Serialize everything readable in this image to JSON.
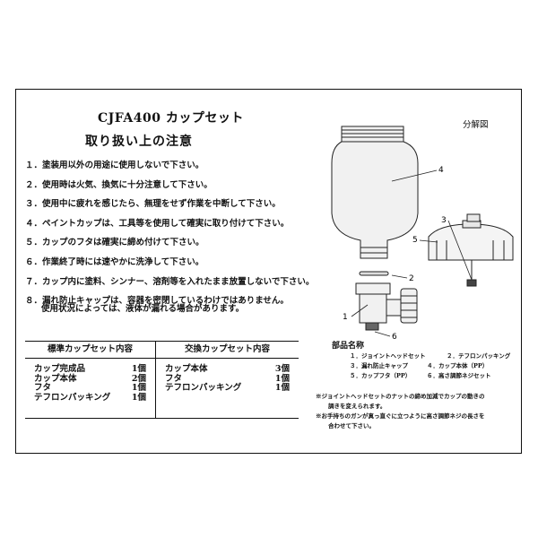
{
  "title": "CJFA400 カップセット",
  "subtitle": "取り扱い上の注意",
  "notes": [
    "１．塗装用以外の用途に使用しないで下さい。",
    "２．使用時は火気、換気に十分注意して下さい。",
    "３．使用中に疲れを感じたら、無理をせず作業を中断して下さい。",
    "４．ペイントカップは、工具等を使用して確実に取り付けて下さい。",
    "５．カップのフタは確実に締め付けて下さい。",
    "６．作業終了時には速やかに洗浄して下さい。",
    "７．カップ内に塗料、シンナー、溶剤等を入れたまま放置しないで下さい。",
    "８．漏れ防止キャップは、容器を密閉しているわけではありません。"
  ],
  "note8_continued": "使用状況によっては、液体が漏れる場合があります。",
  "diagram_label": "分解図",
  "callouts": {
    "c1": "1",
    "c2": "2",
    "c3": "3",
    "c4": "4",
    "c5": "5",
    "c6": "6"
  },
  "standard_set": {
    "header": "標準カップセット内容",
    "items": [
      {
        "name": "カップ完成品",
        "qty": "1個"
      },
      {
        "name": "カップ本体",
        "qty": "2個"
      },
      {
        "name": "フタ",
        "qty": "1個"
      },
      {
        "name": "テフロンパッキング",
        "qty": "1個"
      }
    ]
  },
  "replacement_set": {
    "header": "交換カップセット内容",
    "items": [
      {
        "name": "カップ本体",
        "qty": "3個"
      },
      {
        "name": "フタ",
        "qty": "1個"
      },
      {
        "name": "テフロンパッキング",
        "qty": "1個"
      }
    ]
  },
  "parts_title": "部品名称",
  "parts": [
    "１．ジョイントヘッドセット",
    "２．テフロンパッキング",
    "３．漏れ防止キャップ",
    "４．カップ本体（PP）",
    "５．カップフタ（PP）",
    "６．高さ調節ネジセット"
  ],
  "footnotes": [
    "※ジョイントヘッドセットのナットの締め加減でカップの動きの",
    "調きを変えられます。",
    "※お手持ちのガンが真っ直ぐに立つように高さ調節ネジの長さを",
    "合わせて下さい。"
  ]
}
